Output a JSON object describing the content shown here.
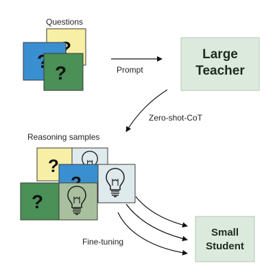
{
  "labels": {
    "questions": "Questions",
    "prompt": "Prompt",
    "zero_shot": "Zero-shot-CoT",
    "reasoning_samples": "Reasoning samples",
    "fine_tuning": "Fine-tuning"
  },
  "models": {
    "teacher_line1": "Large",
    "teacher_line2": "Teacher",
    "student_line1": "Small",
    "student_line2": "Student"
  },
  "glyphs": {
    "question": "?"
  },
  "colors": {
    "yellow": "#f7efa5",
    "blue": "#3a8fd0",
    "green": "#4a9057",
    "pale_blue": "#dfeaed",
    "light_green": "#a9c09f",
    "model_box": "#dbeadd"
  }
}
